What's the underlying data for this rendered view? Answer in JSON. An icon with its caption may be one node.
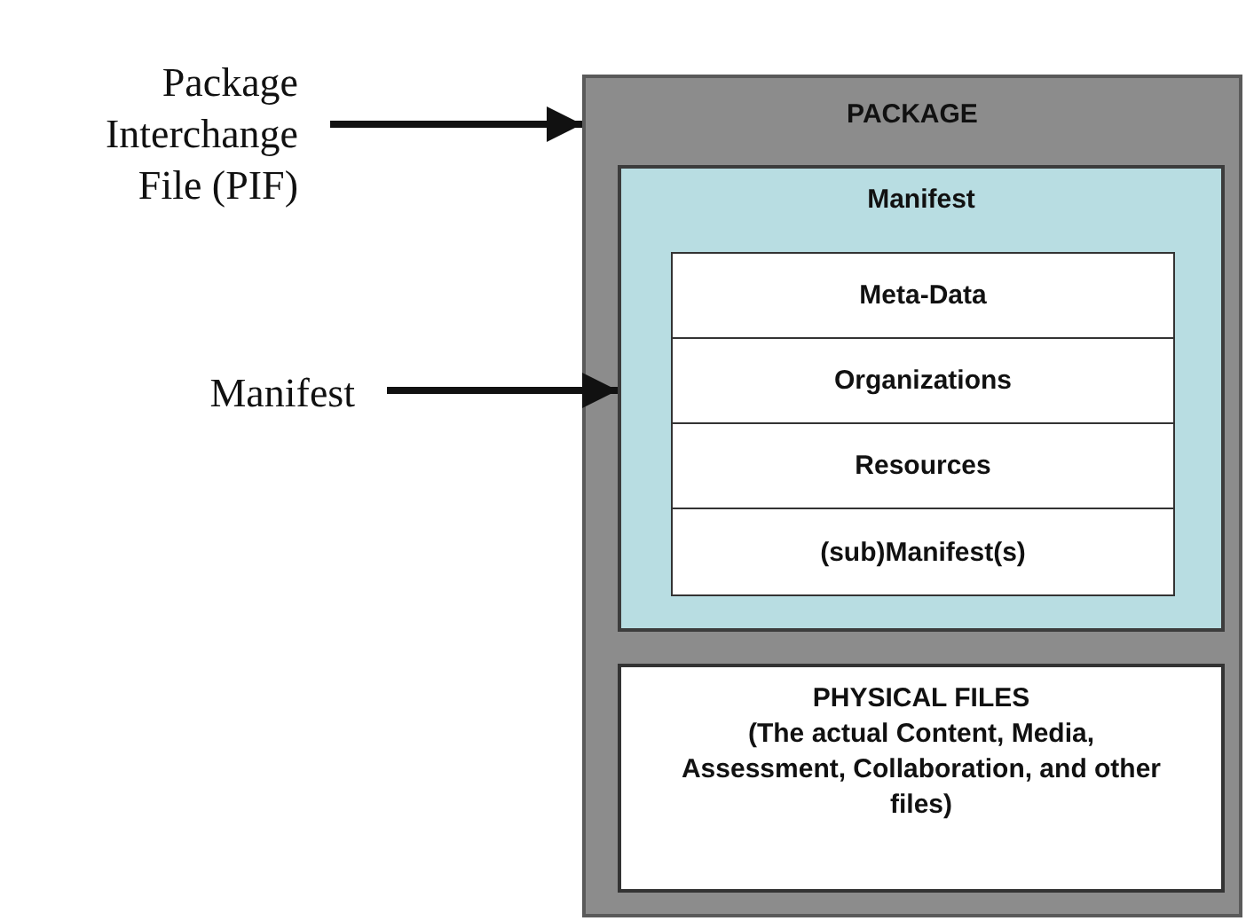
{
  "diagram": {
    "nodes": [
      {
        "text": [
          "Package Interchange File (PIF)"
        ]
      },
      {
        "text": [
          "Manifest"
        ]
      },
      {
        "text": [
          "PACKAGE"
        ]
      },
      {
        "text": [
          "Manifest"
        ],
        "in": 2
      },
      {
        "text": [
          "Meta-Data"
        ],
        "in": 3
      },
      {
        "text": [
          "Organizations"
        ],
        "in": 3
      },
      {
        "text": [
          "Resources"
        ],
        "in": 3
      },
      {
        "text": [
          "(sub)Manifest(s)"
        ],
        "in": 3
      },
      {
        "text": [
          "PHYSICAL FILES",
          "(The actual Content, Media, Assessment, Collaboration, and other files)"
        ],
        "in": 2
      }
    ],
    "edges": [
      {
        "from": 0,
        "to": 2,
        "arrow": "to"
      },
      {
        "from": 1,
        "to": 3,
        "arrow": "to"
      }
    ]
  }
}
